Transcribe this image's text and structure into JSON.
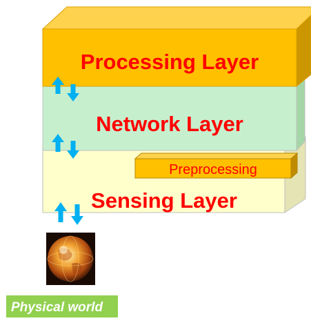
{
  "layers": [
    {
      "label": "Processing Layer",
      "color": "#ffc000"
    },
    {
      "label": "Network Layer",
      "color": "#c6efce"
    },
    {
      "label": "Sensing Layer",
      "color": "#ffffcc"
    }
  ],
  "preprocessing": {
    "label": "Preprocessing",
    "color": "#ffc000"
  },
  "physical_world": {
    "label": "Physical world",
    "color": "#92d050"
  },
  "colors": {
    "layer_text": "#ff0000",
    "arrow": "#00b0f0",
    "physical_text": "#ffffff",
    "outline": "#bfbfbf"
  },
  "icons": [
    "up-arrow-icon",
    "down-arrow-icon",
    "globe-icon"
  ]
}
